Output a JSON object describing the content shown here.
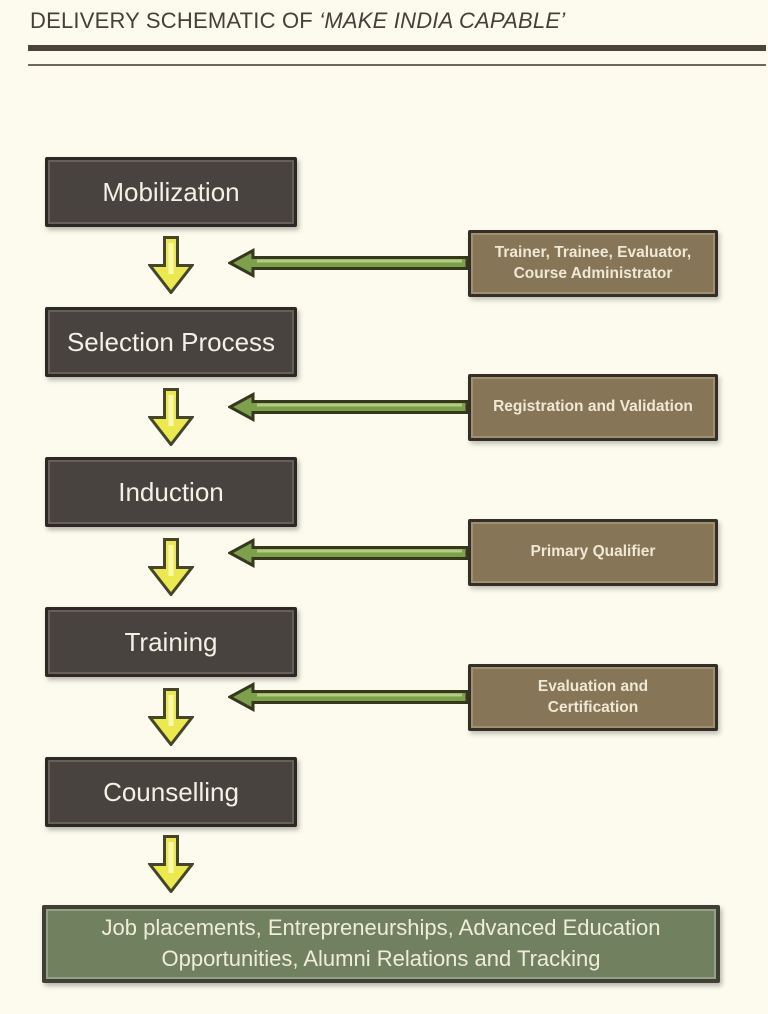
{
  "title": {
    "normal": "DELIVERY SCHEMATIC OF ",
    "quoted": "‘MAKE INDIA CAPABLE’"
  },
  "flow": {
    "stages": [
      {
        "label": "Mobilization"
      },
      {
        "label": "Selection Process"
      },
      {
        "label": "Induction"
      },
      {
        "label": "Training"
      },
      {
        "label": "Counselling"
      }
    ],
    "inputs": [
      {
        "label": "Trainer, Trainee, Evaluator, Course Administrator"
      },
      {
        "label": "Registration and Validation"
      },
      {
        "label": "Primary Qualifier"
      },
      {
        "label": "Evaluation and Certification"
      }
    ],
    "outcome": "Job placements, Entrepreneurships,  Advanced Education Opportunities,  Alumni Relations and Tracking"
  },
  "icons": {
    "down_arrow": "down-arrow-icon",
    "left_arrow": "left-arrow-icon"
  },
  "colors": {
    "background": "#FCFBEE",
    "title_text": "#45403A",
    "stage_box_fill": "#494340",
    "stage_box_border": "#2C2825",
    "stage_text": "#F3F0E4",
    "input_box_fill": "#877557",
    "input_box_border": "#332E27",
    "input_text": "#EFE8D5",
    "outcome_box_fill": "#71805E",
    "outcome_box_border": "#3F3F35",
    "outcome_text": "#EFECDB",
    "down_arrow_fill": "#ECE94E",
    "left_arrow_fill": "#7CA14A",
    "arrow_outline": "#3B3B26"
  }
}
